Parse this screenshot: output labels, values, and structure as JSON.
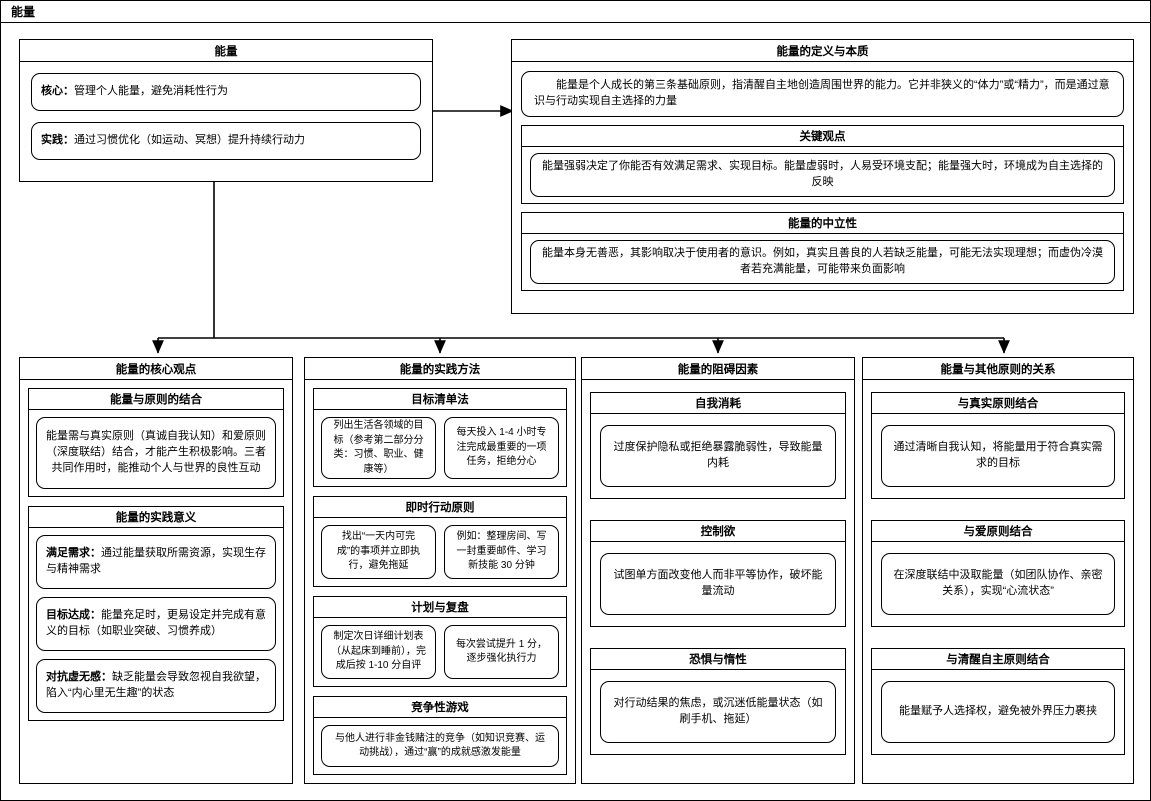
{
  "window": {
    "title": "能量"
  },
  "root": {
    "title": "能量",
    "items": [
      {
        "label": "核心：",
        "text": "管理个人能量，避免消耗性行为"
      },
      {
        "label": "实践：",
        "text": "通过习惯优化（如运动、冥想）提升持续行动力"
      }
    ]
  },
  "definition": {
    "title": "能量的定义与本质",
    "intro": "　　能量是个人成长的第三条基础原则，指清醒自主地创造周围世界的能力。它并非狭义的“体力”或“精力”，而是通过意识与行动实现自主选择的力量",
    "sections": [
      {
        "title": "关键观点",
        "text": "能量强弱决定了你能否有效满足需求、实现目标。能量虚弱时，人易受环境支配；能量强大时，环境成为自主选择的反映"
      },
      {
        "title": "能量的中立性",
        "text": "能量本身无善恶，其影响取决于使用者的意识。例如，真实且善良的人若缺乏能量，可能无法实现理想；而虚伪冷漠者若充满能量，可能带来负面影响"
      }
    ]
  },
  "columns": [
    {
      "title": "能量的核心观点",
      "sections": [
        {
          "title": "能量与原则的结合",
          "layout": "single",
          "items": [
            {
              "text": "能量需与真实原则（真诚自我认知）和爱原则（深度联结）结合，才能产生积极影响。三者共同作用时，能推动个人与世界的良性互动",
              "align": "ctr"
            }
          ]
        },
        {
          "title": "能量的实践意义",
          "layout": "stack",
          "items": [
            {
              "label": "满足需求：",
              "text": "通过能量获取所需资源，实现生存与精神需求",
              "align": "lft"
            },
            {
              "label": "目标达成：",
              "text": "能量充足时，更易设定并完成有意义的目标（如职业突破、习惯养成）",
              "align": "lft"
            },
            {
              "label": "对抗虚无感：",
              "text": "缺乏能量会导致忽视自我欲望，陷入“内心里无生趣”的状态",
              "align": "lft"
            }
          ]
        }
      ]
    },
    {
      "title": "能量的实践方法",
      "sections": [
        {
          "title": "目标清单法",
          "layout": "row",
          "items": [
            {
              "text": "列出生活各领域的目标（参考第二部分分类：习惯、职业、健康等）",
              "align": "ctr"
            },
            {
              "text": "每天投入 1-4 小时专注完成最重要的一项任务，拒绝分心",
              "align": "ctr"
            }
          ]
        },
        {
          "title": "即时行动原则",
          "layout": "row",
          "items": [
            {
              "text": "找出“一天内可完成”的事项并立即执行，避免拖延",
              "align": "ctr"
            },
            {
              "text": "例如：整理房间、写一封重要邮件、学习新技能 30 分钟",
              "align": "ctr"
            }
          ]
        },
        {
          "title": "计划与复盘",
          "layout": "row",
          "items": [
            {
              "text": "制定次日详细计划表（从起床到睡前），完成后按 1-10 分自评",
              "align": "ctr"
            },
            {
              "text": "每次尝试提升 1 分，逐步强化执行力",
              "align": "ctr"
            }
          ]
        },
        {
          "title": "竞争性游戏",
          "layout": "single",
          "items": [
            {
              "text": "与他人进行非金钱赌注的竞争（如知识竞赛、运动挑战），通过“赢”的成就感激发能量",
              "align": "ctr"
            }
          ]
        }
      ]
    },
    {
      "title": "能量的阻碍因素",
      "sections": [
        {
          "title": "自我消耗",
          "layout": "single",
          "items": [
            {
              "text": "过度保护隐私或拒绝暴露脆弱性，导致能量内耗",
              "align": "ctr"
            }
          ]
        },
        {
          "title": "控制欲",
          "layout": "single",
          "items": [
            {
              "text": "试图单方面改变他人而非平等协作，破坏能量流动",
              "align": "ctr"
            }
          ]
        },
        {
          "title": "恐惧与惰性",
          "layout": "single",
          "items": [
            {
              "text": "对行动结果的焦虑，或沉迷低能量状态（如刷手机、拖延）",
              "align": "ctr"
            }
          ]
        }
      ]
    },
    {
      "title": "能量与其他原则的关系",
      "sections": [
        {
          "title": "与真实原则结合",
          "layout": "single",
          "items": [
            {
              "text": "通过清晰自我认知，将能量用于符合真实需求的目标",
              "align": "ctr"
            }
          ]
        },
        {
          "title": "与爱原则结合",
          "layout": "single",
          "items": [
            {
              "text": "在深度联结中汲取能量（如团队协作、亲密关系），实现“心流状态”",
              "align": "ctr"
            }
          ]
        },
        {
          "title": "与清醒自主原则结合",
          "layout": "single",
          "items": [
            {
              "text": "能量赋予人选择权，避免被外界压力裹挟",
              "align": "ctr"
            }
          ]
        }
      ]
    }
  ],
  "colors": {
    "line": "#000000",
    "background": "#ffffff",
    "text": "#000000"
  }
}
